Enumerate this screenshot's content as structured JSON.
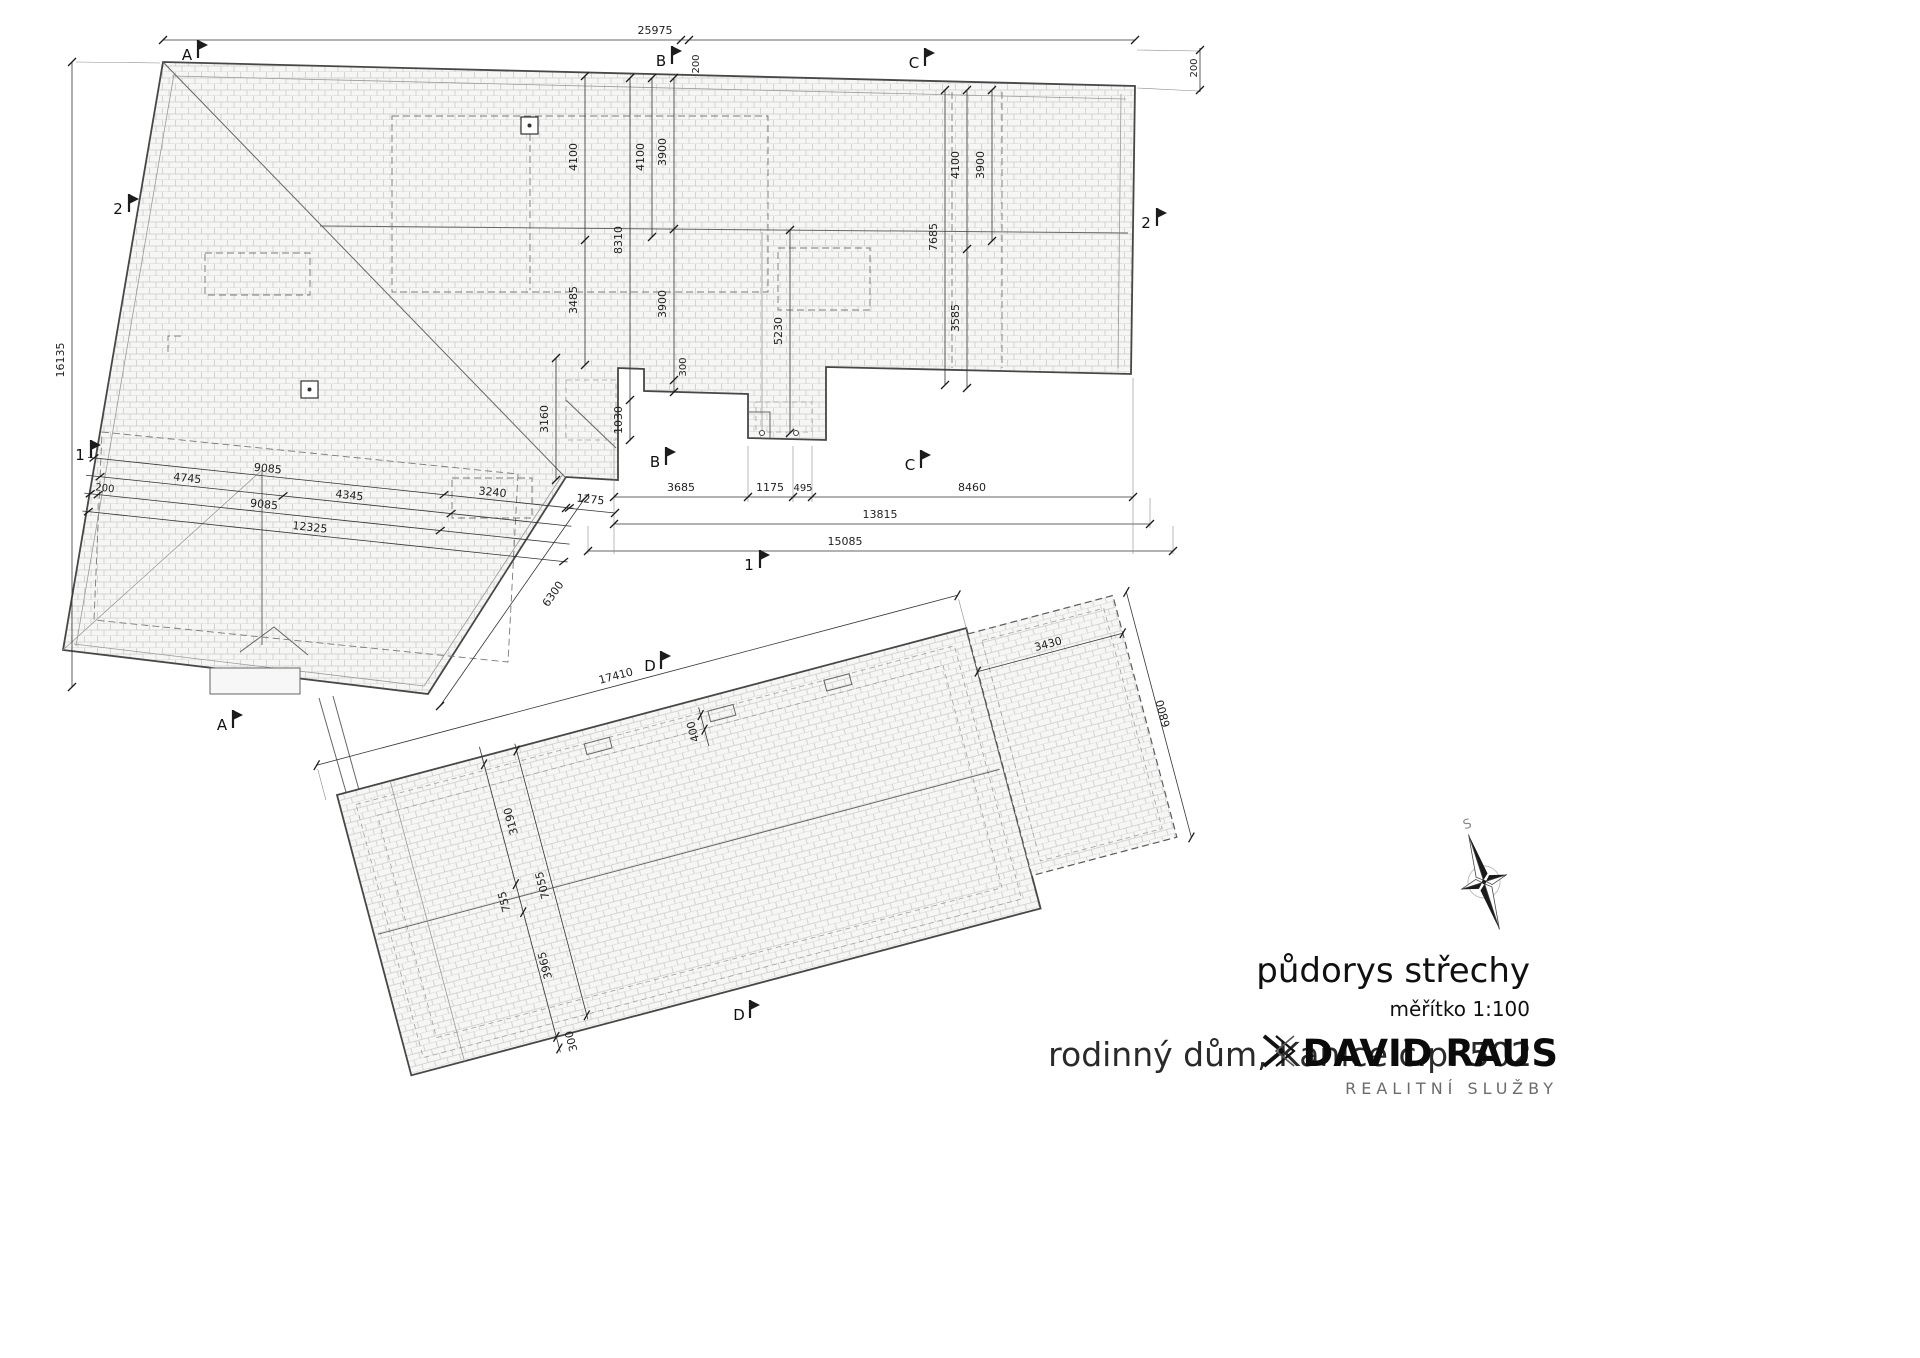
{
  "title_block": {
    "drawing_title": "půdorys střechy",
    "scale_label": "měřítko 1:100",
    "project_title": "rodinný dům, Kanice č.p. 502",
    "company_name": "DAVID RAUS",
    "company_subtitle": "REALITNÍ SLUŽBY"
  },
  "compass": {
    "north_label": "S"
  },
  "section_markers": {
    "a": "A",
    "b": "B",
    "c": "C",
    "d": "D",
    "s1": "1",
    "s2": "2"
  },
  "dimensions": {
    "total_width": "25975",
    "overhang_b": "200",
    "overhang_right": "200",
    "total_height_left": "16135",
    "wing_4100_a": "4100",
    "wing_3485": "3485",
    "wing_8310": "8310",
    "wing_1030": "1030",
    "wing_4100_b": "4100",
    "wing_3900_a": "3900",
    "wing_3900_b": "3900",
    "wing_300": "300",
    "wing_5230": "5230",
    "right_7685": "7685",
    "right_4100": "4100",
    "right_3585": "3585",
    "right_3900": "3900",
    "small_roof_3160": "3160",
    "chain_3685": "3685",
    "chain_1175": "1175",
    "chain_495": "495",
    "chain_8460": "8460",
    "chain_13815": "13815",
    "chain_15085": "15085",
    "left_9085_a": "9085",
    "left_3240": "3240",
    "left_4745": "4745",
    "left_4345": "4345",
    "left_200": "200",
    "left_9085_b": "9085",
    "left_12325": "12325",
    "left_1275": "1275",
    "left_6300": "6300",
    "lower_17410": "17410",
    "lower_3430": "3430",
    "lower_6800": "6800",
    "lower_400": "400",
    "lower_3190": "3190",
    "lower_7055": "7055",
    "lower_755": "755",
    "lower_3965": "3965",
    "lower_300": "300"
  }
}
